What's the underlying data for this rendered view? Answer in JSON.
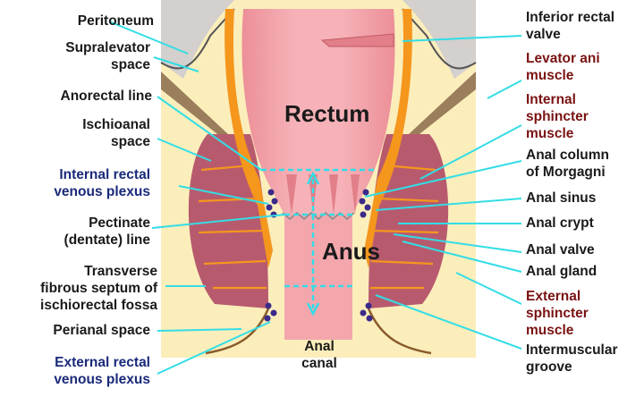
{
  "labels_left": [
    {
      "key": "peritoneum",
      "text": "Peritoneum",
      "style": "normal"
    },
    {
      "key": "supralevator",
      "text": "Supralevator\nspace",
      "style": "normal"
    },
    {
      "key": "anorectal",
      "text": "Anorectal line",
      "style": "normal"
    },
    {
      "key": "ischioanal",
      "text": "Ischioanal\nspace",
      "style": "normal"
    },
    {
      "key": "int_plexus",
      "text": "Internal rectal\nvenous plexus",
      "style": "blue"
    },
    {
      "key": "pectinate",
      "text": "Pectinate\n(dentate) line",
      "style": "normal"
    },
    {
      "key": "transverse",
      "text": "Transverse\nfibrous septum of\nischiorectal fossa",
      "style": "normal"
    },
    {
      "key": "perianal",
      "text": "Perianal space",
      "style": "normal"
    },
    {
      "key": "ext_plexus",
      "text": "External rectal\nvenous plexus",
      "style": "blue"
    }
  ],
  "labels_right": [
    {
      "key": "inf_valve",
      "text": "Inferior rectal\nvalve",
      "style": "normal"
    },
    {
      "key": "levator",
      "text": "Levator ani\nmuscle",
      "style": "red"
    },
    {
      "key": "int_sphincter",
      "text": "Internal\nsphincter\nmuscle",
      "style": "red"
    },
    {
      "key": "anal_column",
      "text": "Anal column\nof Morgagni",
      "style": "normal"
    },
    {
      "key": "anal_sinus",
      "text": "Anal sinus",
      "style": "normal"
    },
    {
      "key": "anal_crypt",
      "text": "Anal crypt",
      "style": "normal"
    },
    {
      "key": "anal_valve",
      "text": "Anal valve",
      "style": "normal"
    },
    {
      "key": "anal_gland",
      "text": "Anal gland",
      "style": "normal"
    },
    {
      "key": "ext_sphincter",
      "text": "External\nsphincter\nmuscle",
      "style": "red"
    },
    {
      "key": "intermuscular",
      "text": "Intermuscular\ngroove",
      "style": "normal"
    }
  ],
  "regions": {
    "rectum": "Rectum",
    "anus": "Anus",
    "anal_canal": "Anal\ncanal"
  },
  "colors": {
    "line": "#33dde6",
    "mucosa": "#f4a6ad",
    "fat": "#fbeebb",
    "muscle": "#b85a6e",
    "sphincter_orange": "#f5961d",
    "grey": "#d3d0cd",
    "plexus": "#3a2a8a",
    "text_blue": "#1a2a7a",
    "text_red": "#7a1212"
  }
}
